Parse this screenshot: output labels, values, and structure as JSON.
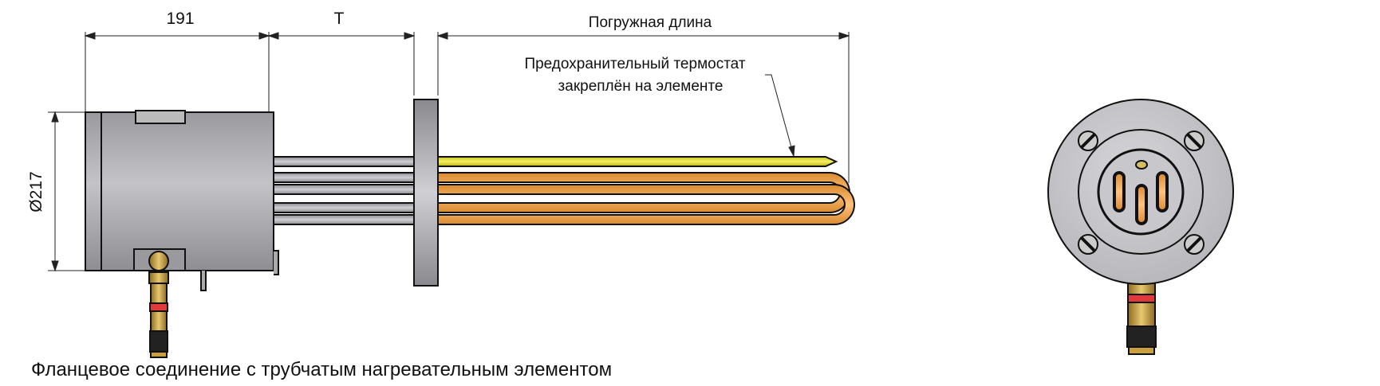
{
  "dimensions": {
    "housing_length": "191",
    "gap_length": "T",
    "immersion_length": "Погружная длина",
    "diameter": "Ø217"
  },
  "annotation": {
    "line1": "Предохранительный термостат",
    "line2": "закреплён на элементе"
  },
  "caption": "Фланцевое соединение с трубчатым нагревательным элементом",
  "colors": {
    "housing": "#a9a9ad",
    "thermostat_rod": "#e6e03a",
    "heating_rod": "#f0a850",
    "brass": "#c9a040",
    "red_band": "#e23a3a"
  }
}
